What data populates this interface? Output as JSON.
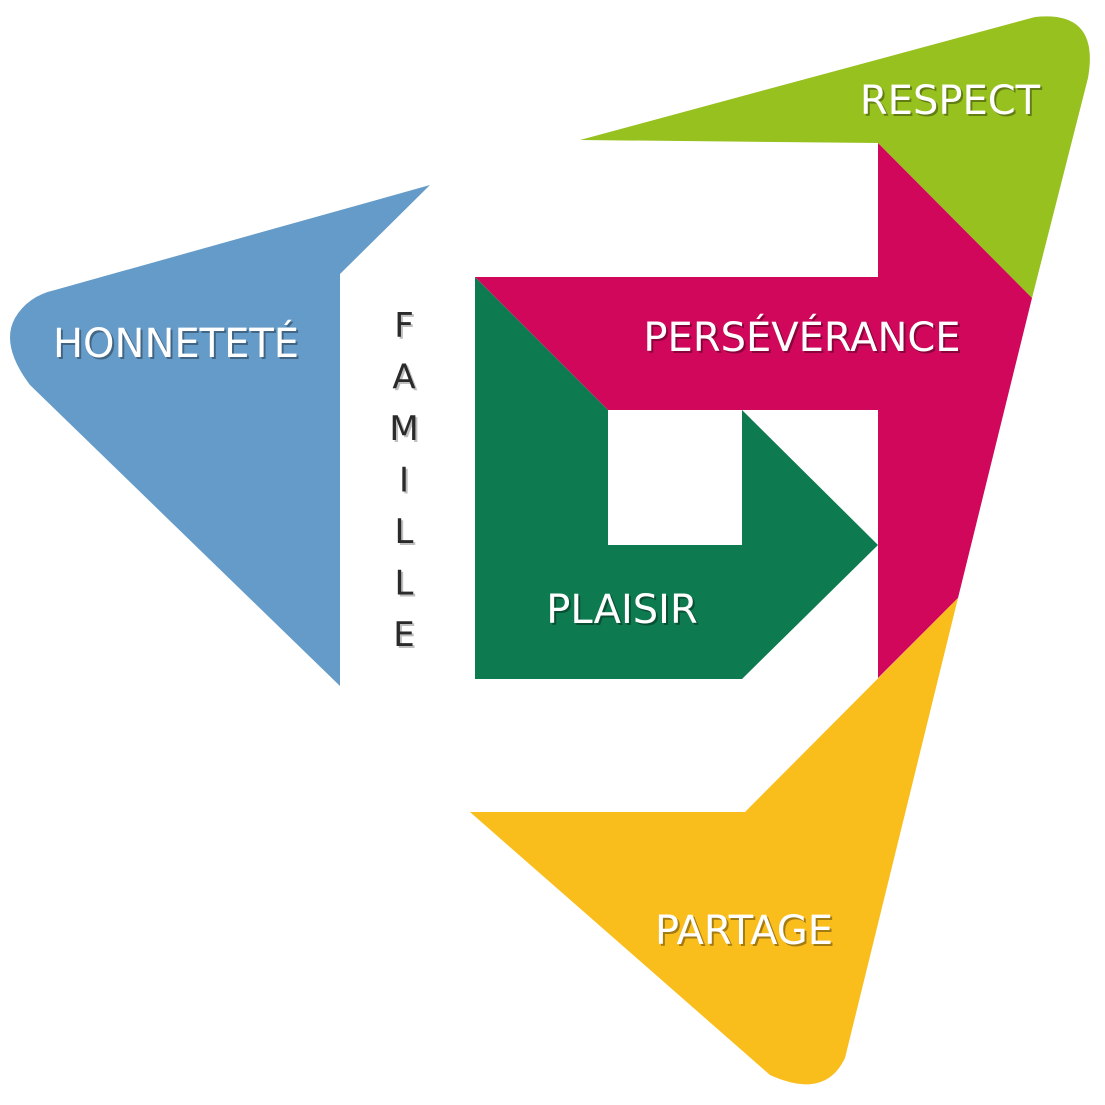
{
  "labels": {
    "respect": "RESPECT",
    "honnetete": "HONNETETÉ",
    "perseverance": "PERSÉVÉRANCE",
    "plaisir": "PLAISIR",
    "partage": "PARTAGE",
    "famille": "FAMILLE"
  },
  "colors": {
    "respect": "#97c11f",
    "honnetete": "#659bc8",
    "perseverance": "#d1075b",
    "plaisir": "#0d7a4f",
    "partage": "#f9bd1c",
    "famille_text": "#2a2a2a",
    "label_text": "#ffffff",
    "background": "#ffffff"
  }
}
